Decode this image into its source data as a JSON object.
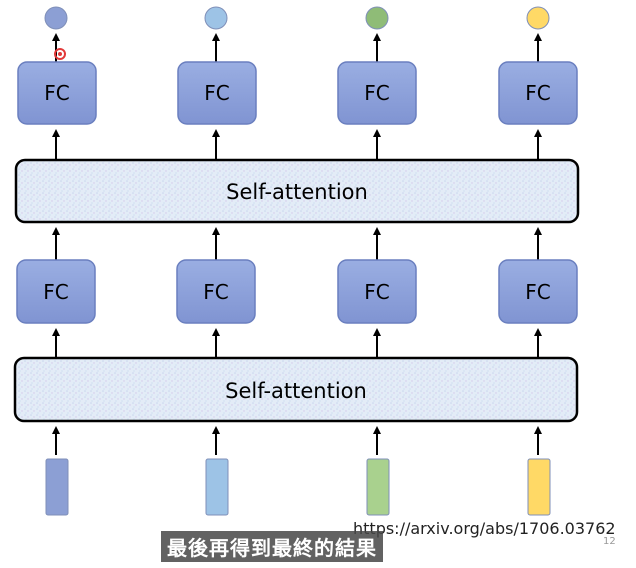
{
  "diagram": {
    "outputs": [
      {
        "color": "#8c9fd4"
      },
      {
        "color": "#9dc3e6"
      },
      {
        "color": "#8fbc77"
      },
      {
        "color": "#ffd966"
      }
    ],
    "inputs": [
      {
        "color": "#8c9fd4"
      },
      {
        "color": "#9dc3e6"
      },
      {
        "color": "#a9d18e"
      },
      {
        "color": "#ffd966"
      }
    ],
    "fc_label": "FC",
    "attention_label": "Self-attention",
    "colors": {
      "fc_fill": "#8ea2da",
      "fc_stroke": "#6a7fbf",
      "attn_fill": "#e2ebf6",
      "attn_stroke": "#000000",
      "cursor": "#e23a3a"
    }
  },
  "footer": {
    "url": "https://arxiv.org/abs/1706.03762",
    "page_number": "12",
    "subtitle": "最後再得到最終的結果"
  }
}
